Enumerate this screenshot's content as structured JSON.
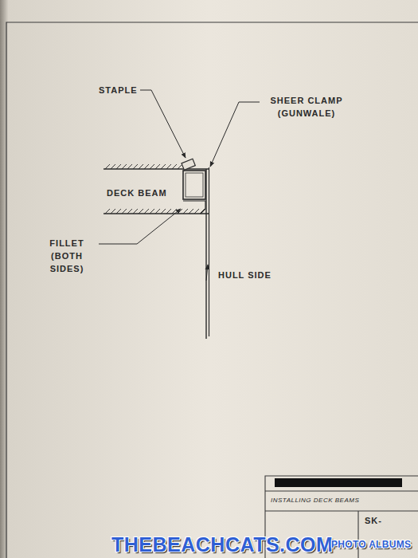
{
  "diagram": {
    "labels": [
      "STAPLE",
      "SHEER CLAMP (GUNWALE)",
      "DECK BEAM",
      "FILLET (BOTH SIDES)",
      "HULL SIDE",
      "INSTALLING DECK BEAMS",
      "SK-",
      "THEBEACHCATS.COM",
      "PHOTO ALBUMS"
    ]
  }
}
